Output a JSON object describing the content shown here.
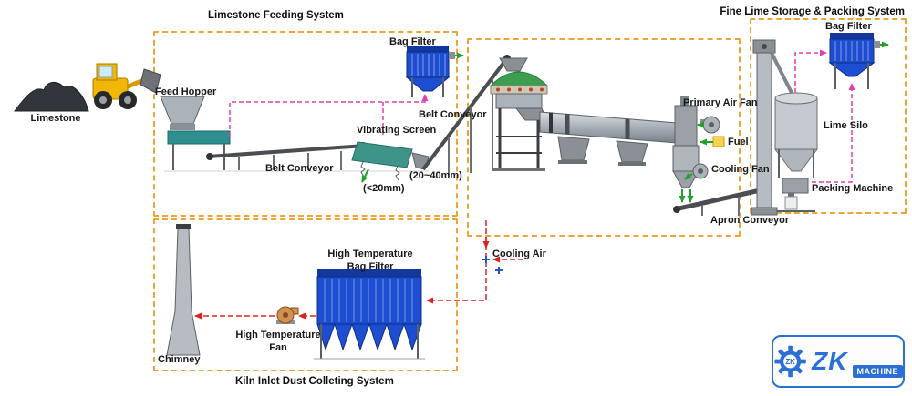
{
  "titles": {
    "limestone_feeding": "Limestone Feeding System",
    "fine_lime": "Fine Lime Storage & Packing System",
    "kiln_inlet": "Kiln Inlet Dust Colleting System"
  },
  "labels": {
    "limestone": "Limestone",
    "feed_hopper": "Feed Hopper",
    "belt_conveyor_a": "Belt Conveyor",
    "vibrating_screen": "Vibrating Screen",
    "bag_filter_a": "Bag Filter",
    "belt_conveyor_b": "Belt Conveyor",
    "oversize": "(20~40mm)",
    "undersize": "(<20mm)",
    "primary_air_fan": "Primary Air Fan",
    "fuel": "Fuel",
    "cooling_fan": "Cooling Fan",
    "apron_conveyor": "Apron Conveyor",
    "bag_filter_b": "Bag Filter",
    "lime_silo": "Lime Silo",
    "packing_machine": "Packing Machine",
    "cooling_air": "Cooling Air",
    "high_temp_bag_filter_line1": "High Temperature",
    "high_temp_bag_filter_line2": "Bag Filter",
    "high_temp_fan_line1": "High Temperature",
    "high_temp_fan_line2": "Fan",
    "chimney": "Chimney"
  },
  "logo": {
    "monogram": "ZK",
    "brand": "ZK",
    "suffix": "MACHINE"
  },
  "colors": {
    "section_border": "#f0a435",
    "bag_filter_blue": "#1d4ed2",
    "flue_gas_red": "#e02020",
    "dust_duct_magenta": "#e03fae",
    "material_flow_green": "#1fa32a",
    "logo_blue": "#2a6fd6",
    "loader_yellow": "#f2b705"
  }
}
